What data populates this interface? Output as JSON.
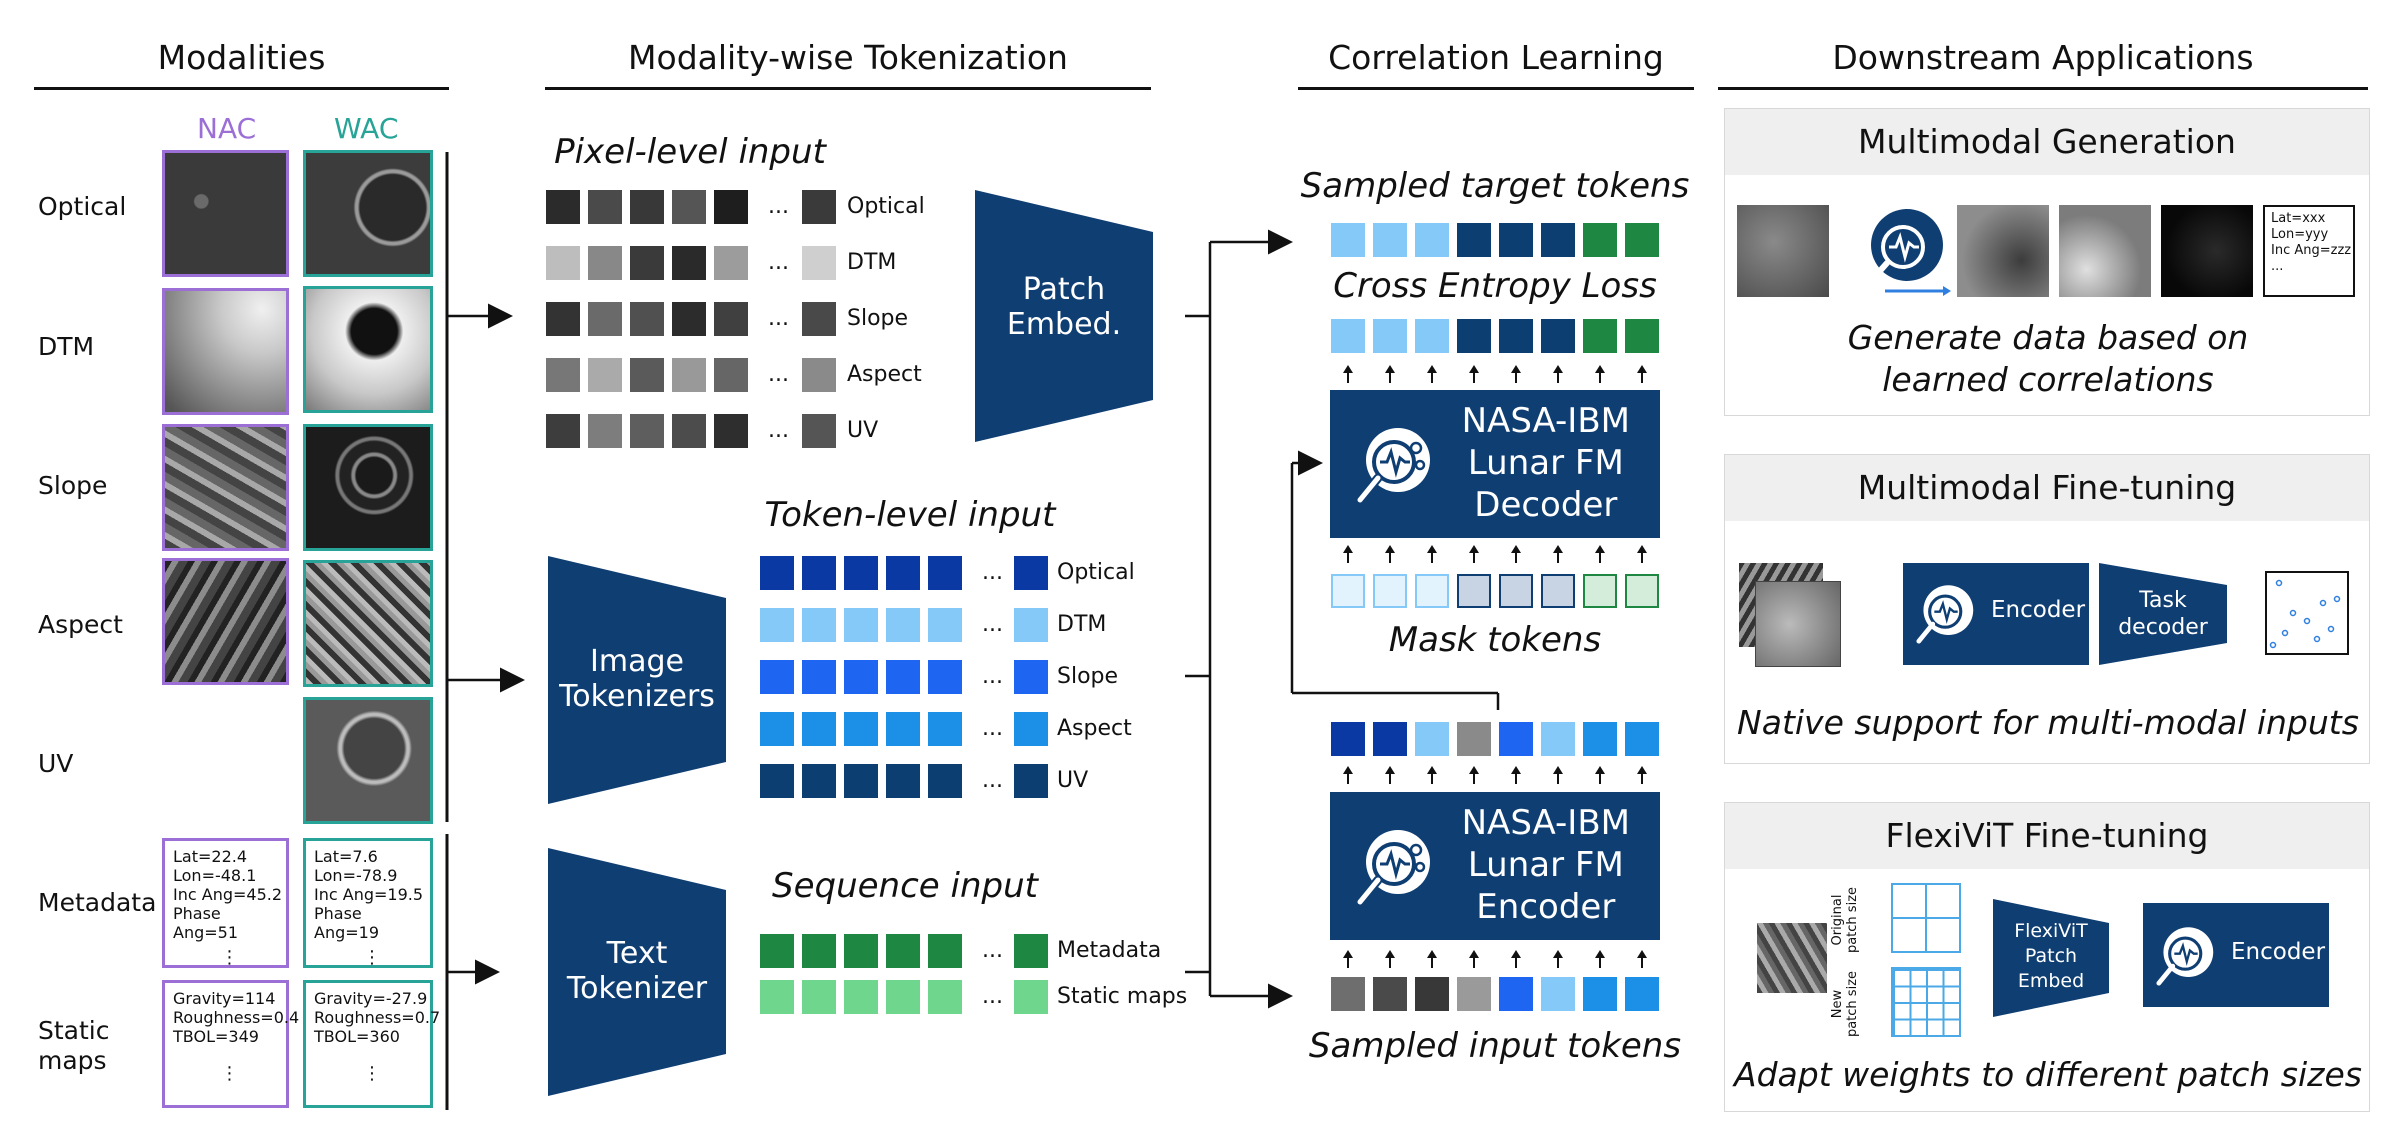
{
  "headers": {
    "modalities": "Modalities",
    "tokenization": "Modality-wise Tokenization",
    "correlation": "Correlation Learning",
    "downstream": "Downstream Applications"
  },
  "modalities": {
    "col_nac": "NAC",
    "col_wac": "WAC",
    "rows": [
      "Optical",
      "DTM",
      "Slope",
      "Aspect",
      "UV",
      "Metadata",
      "Static\nmaps"
    ],
    "metadata_nac": [
      "Lat=22.4",
      "Lon=-48.1",
      "Inc Ang=45.2",
      "Phase Ang=51"
    ],
    "metadata_wac": [
      "Lat=7.6",
      "Lon=-78.9",
      "Inc Ang=19.5",
      "Phase Ang=19"
    ],
    "static_nac": [
      "Gravity=114",
      "Roughness=0.4",
      "TBOL=349"
    ],
    "static_wac": [
      "Gravity=-27.9",
      "Roughness=0.7",
      "TBOL=360"
    ],
    "vdots": "⋮",
    "colors": {
      "nac": "#9b6fd6",
      "wac": "#27a497"
    }
  },
  "tokenization": {
    "pixel_title": "Pixel-level input",
    "pixel_rows": [
      "Optical",
      "DTM",
      "Slope",
      "Aspect",
      "UV"
    ],
    "patch_embed": "Patch\nEmbed.",
    "token_title": "Token-level input",
    "token_rows": [
      "Optical",
      "DTM",
      "Slope",
      "Aspect",
      "UV"
    ],
    "image_tokenizers": "Image\nTokenizers",
    "seq_title": "Sequence input",
    "seq_rows": [
      "Metadata",
      "Static maps"
    ],
    "text_tokenizer": "Text\nTokenizer",
    "ellipsis": "...",
    "colors": {
      "optical": "#0b39a3",
      "dtm": "#84c9f7",
      "slope": "#1e66f2",
      "aspect": "#1c8fe6",
      "uv": "#0d3e72",
      "metadata": "#1e8741",
      "static": "#6fd68e",
      "block": "#0f3e72"
    }
  },
  "correlation": {
    "sampled_target": "Sampled target tokens",
    "cross_entropy": "Cross Entropy Loss",
    "decoder": "NASA-IBM\nLunar FM\nDecoder",
    "mask_tokens": "Mask tokens",
    "encoder": "NASA-IBM\nLunar FM\nEncoder",
    "sampled_input": "Sampled input tokens"
  },
  "downstream": {
    "gen_title": "Multimodal Generation",
    "gen_meta": [
      "Lat=xxx",
      "Lon=yyy",
      "Inc Ang=zzz",
      "..."
    ],
    "gen_caption": "Generate data based on\nlearned correlations",
    "ft_title": "Multimodal Fine-tuning",
    "ft_encoder": "Encoder",
    "ft_task": "Task\ndecoder",
    "ft_caption": "Native support for multi-modal inputs",
    "flex_title": "FlexiViT Fine-tuning",
    "flex_orig": "Original\npatch size",
    "flex_new": "New\npatch size",
    "flex_block": "FlexiViT\nPatch\nEmbed",
    "flex_encoder": "Encoder",
    "flex_caption": "Adapt weights to different patch sizes"
  }
}
